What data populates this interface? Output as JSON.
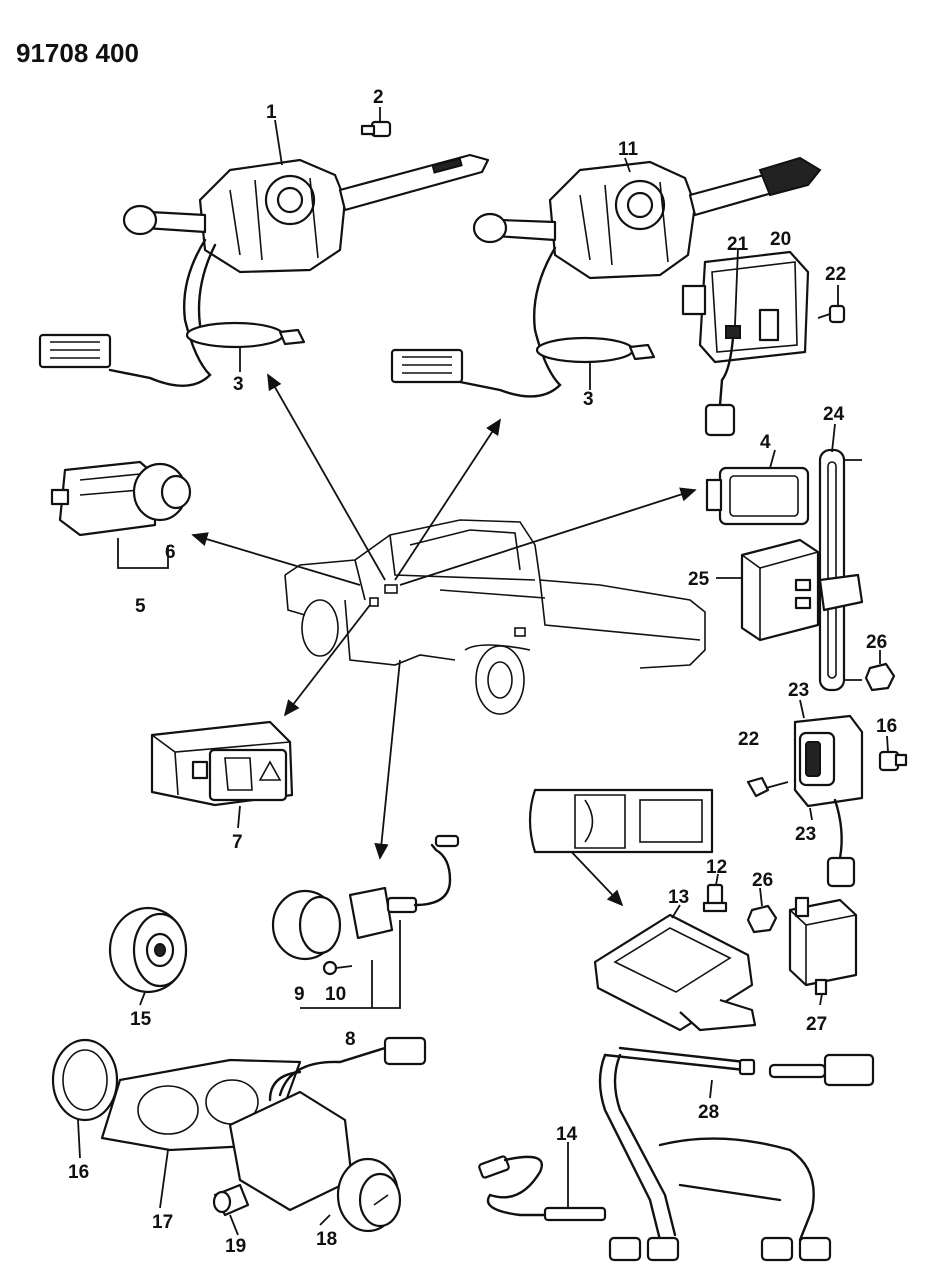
{
  "diagram_code": "91708 400",
  "callouts": [
    "1",
    "2",
    "3",
    "3",
    "4",
    "5",
    "6",
    "7",
    "8",
    "9",
    "10",
    "11",
    "12",
    "13",
    "14",
    "15",
    "16",
    "16",
    "17",
    "18",
    "19",
    "20",
    "21",
    "22",
    "22",
    "23",
    "23",
    "24",
    "25",
    "26",
    "26",
    "27",
    "28"
  ],
  "icons": [
    "combination-switch",
    "screw",
    "wire-clip",
    "pilot-lamp",
    "dimmer-switch",
    "hazard-switch",
    "horn-pad",
    "lamp-socket",
    "cigar-lighter",
    "relay",
    "control-unit",
    "truck",
    "harness"
  ]
}
